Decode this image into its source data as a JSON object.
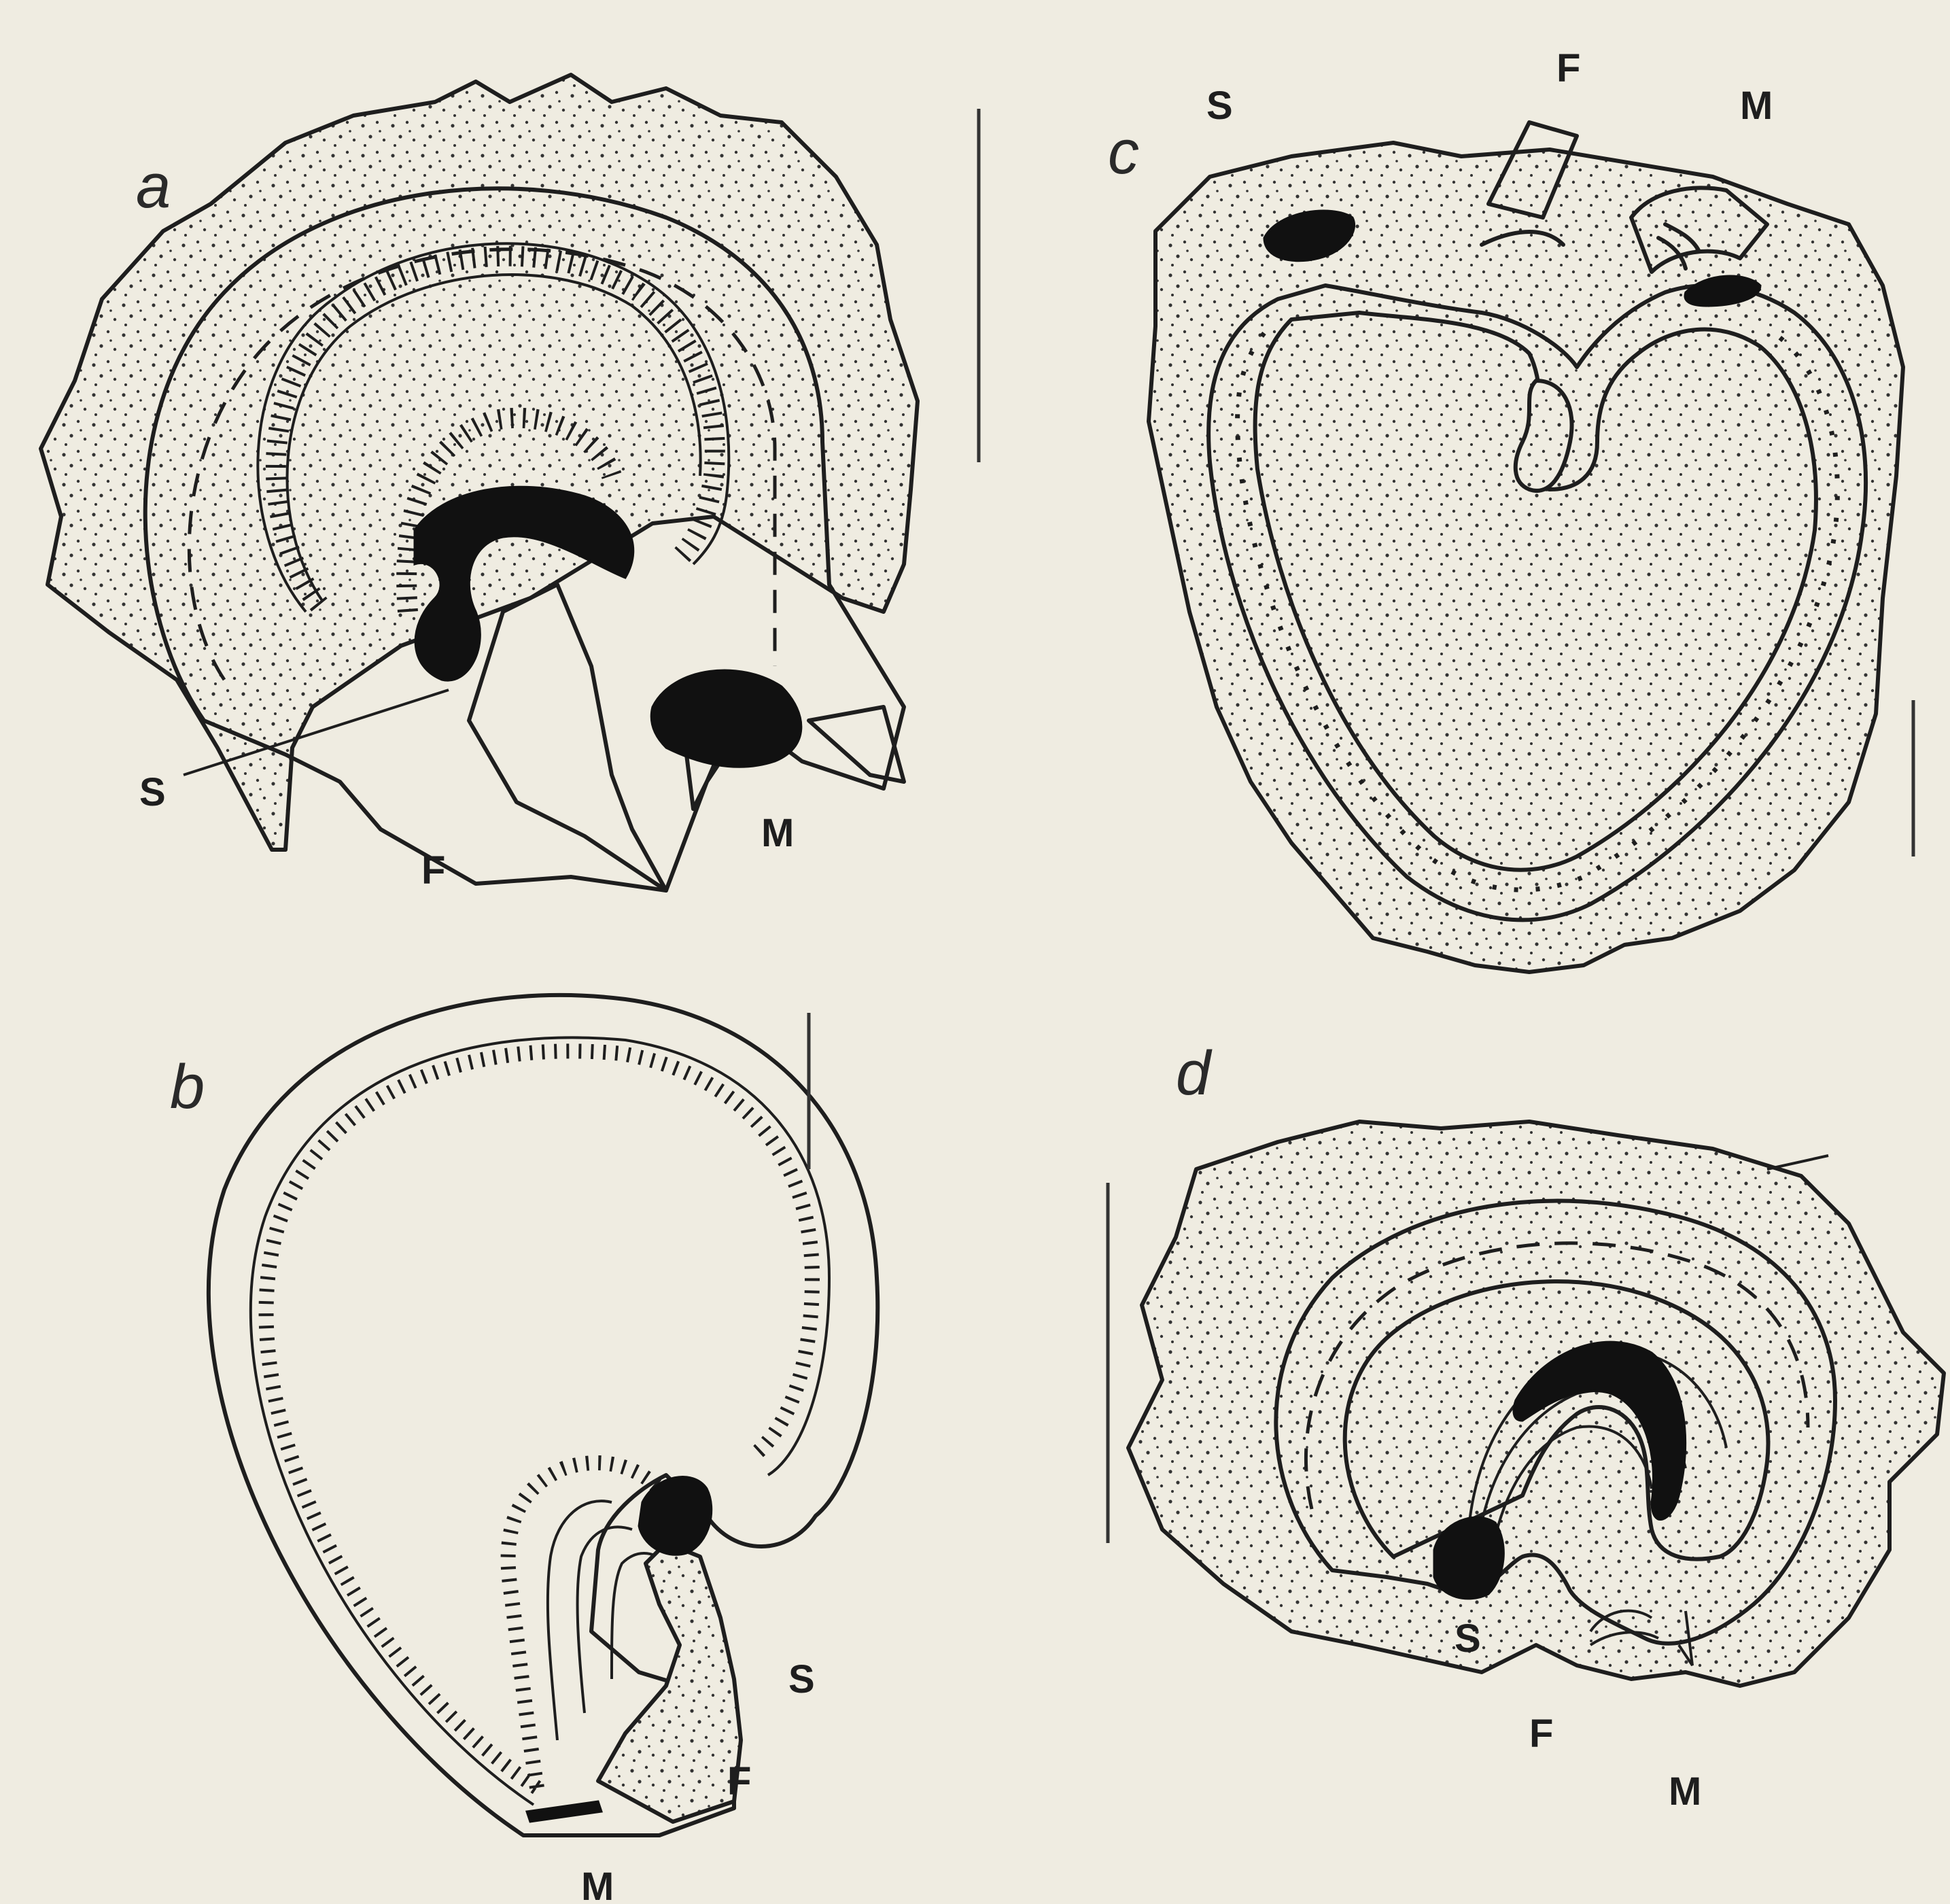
{
  "panels": {
    "a": {
      "letter": "a",
      "labels": {
        "s": "S",
        "f": "F",
        "m": "M"
      }
    },
    "b": {
      "letter": "b",
      "labels": {
        "s": "S",
        "f": "F",
        "m": "M"
      }
    },
    "c": {
      "letter": "c",
      "labels": {
        "s": "S",
        "f": "F",
        "m": "M"
      }
    },
    "d": {
      "letter": "d",
      "labels": {
        "s": "S",
        "f": "F",
        "m": "M"
      }
    }
  }
}
